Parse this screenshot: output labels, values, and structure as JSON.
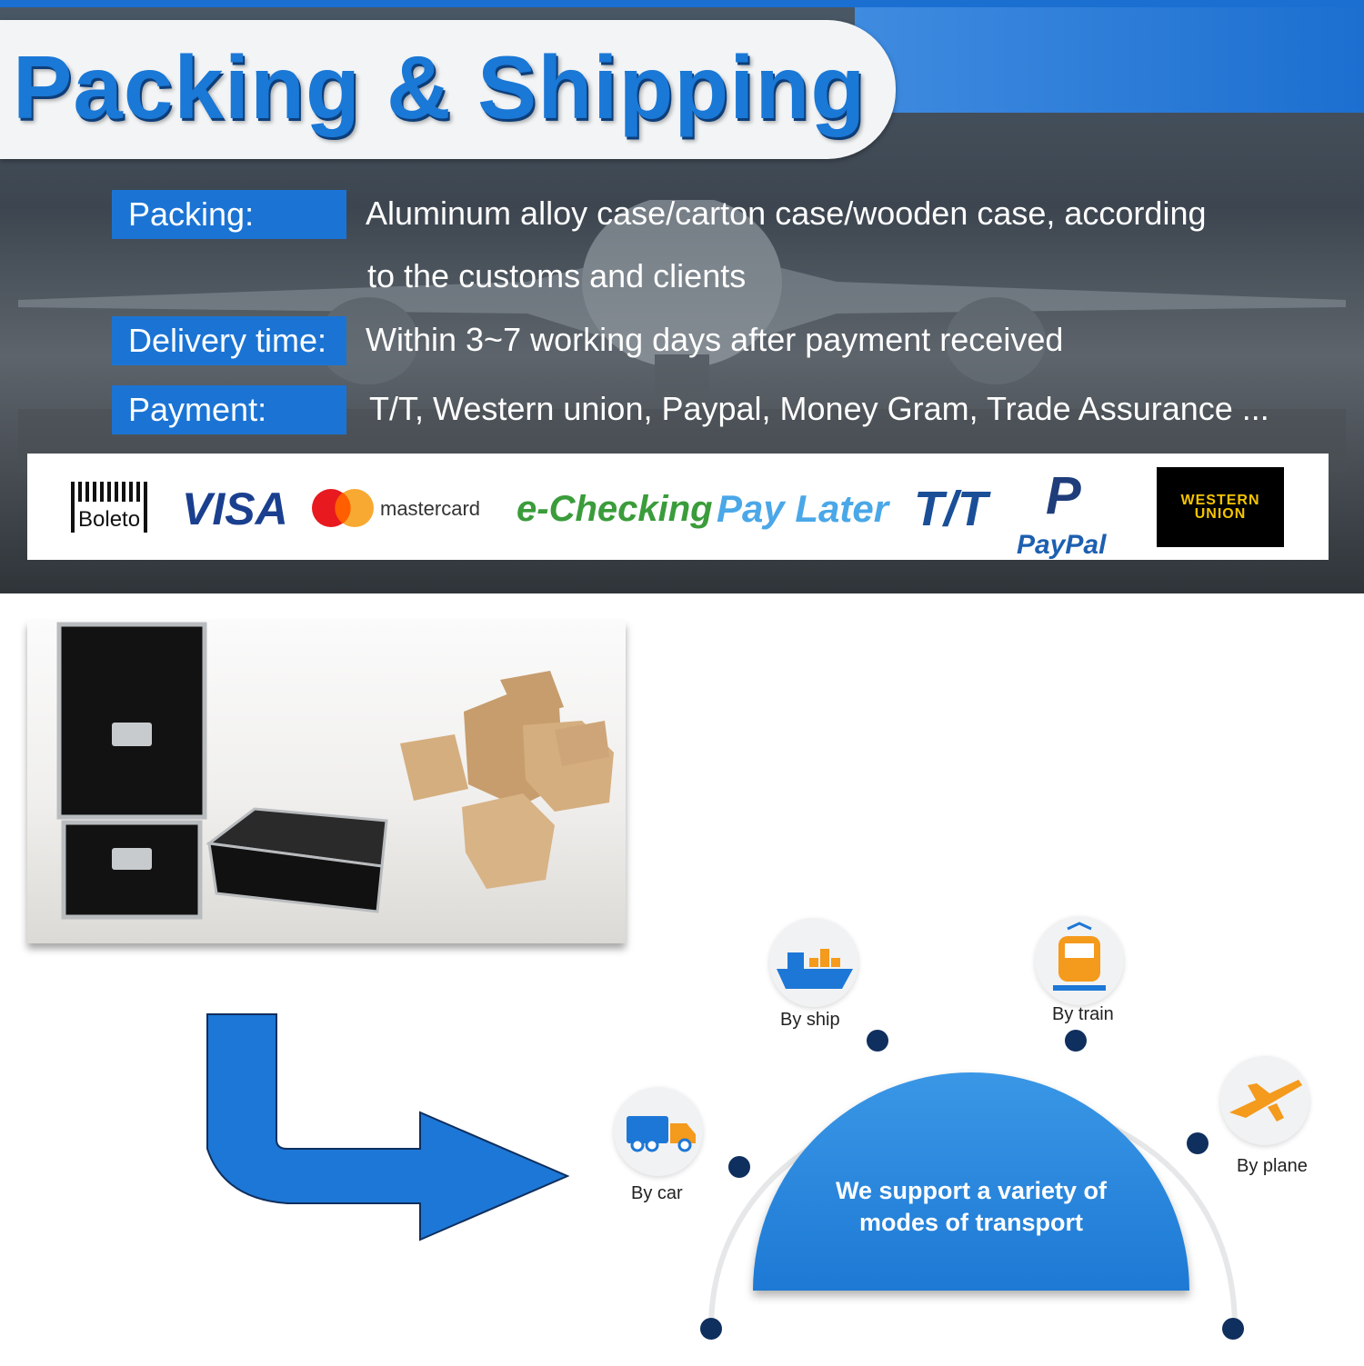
{
  "header": {
    "title": "Packing & Shipping"
  },
  "info": [
    {
      "label": "Packing:",
      "value_line1": "Aluminum alloy case/carton case/wooden case, according",
      "value_line2": "to the customs and clients"
    },
    {
      "label": "Delivery time:",
      "value_line1": "Within 3~7 working days after payment received"
    },
    {
      "label": "Payment:",
      "value_line1": "T/T, Western union, Paypal, Money Gram, Trade Assurance ..."
    }
  ],
  "payment_logos": {
    "boleto": "Boleto",
    "visa": "VISA",
    "mastercard": "mastercard",
    "echecking": "e-Checking",
    "paylater": "Pay Later",
    "tt": "T/T",
    "paypal_mark": "P",
    "paypal": "PayPal",
    "wu_line1": "WESTERN",
    "wu_line2": "UNION"
  },
  "transport": {
    "center_line1": "We support a variety of",
    "center_line2": "modes of transport",
    "ship": "By ship",
    "train": "By train",
    "car": "By car",
    "plane": "By plane"
  },
  "colors": {
    "accent_blue": "#1b74d4",
    "dark_navy": "#0f2f5e",
    "icon_orange": "#f49a1c"
  }
}
